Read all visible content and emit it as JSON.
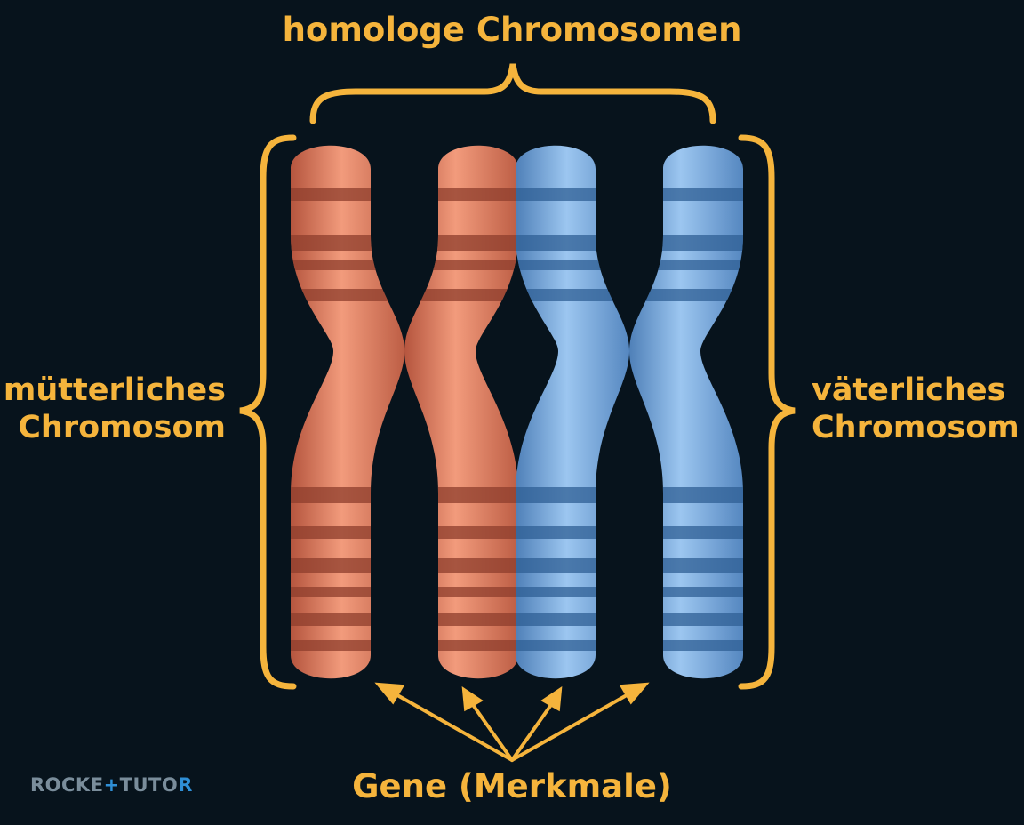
{
  "labels": {
    "title": "homologe Chromosomen",
    "maternal_line1": "mütterliches",
    "maternal_line2": "Chromosom",
    "paternal_line1": "väterliches",
    "paternal_line2": "Chromosom",
    "genes": "Gene (Merkmale)"
  },
  "logo": {
    "part1": "ROCKE",
    "part2": "+",
    "part3": "TUTO",
    "part4": "R"
  },
  "colors": {
    "background": "#07131c",
    "accent": "#f5b43c",
    "maternal_body": "#ec8a6c",
    "maternal_band": "#8d3d2c",
    "paternal_body": "#86b6e8",
    "paternal_band": "#2f5f94"
  }
}
